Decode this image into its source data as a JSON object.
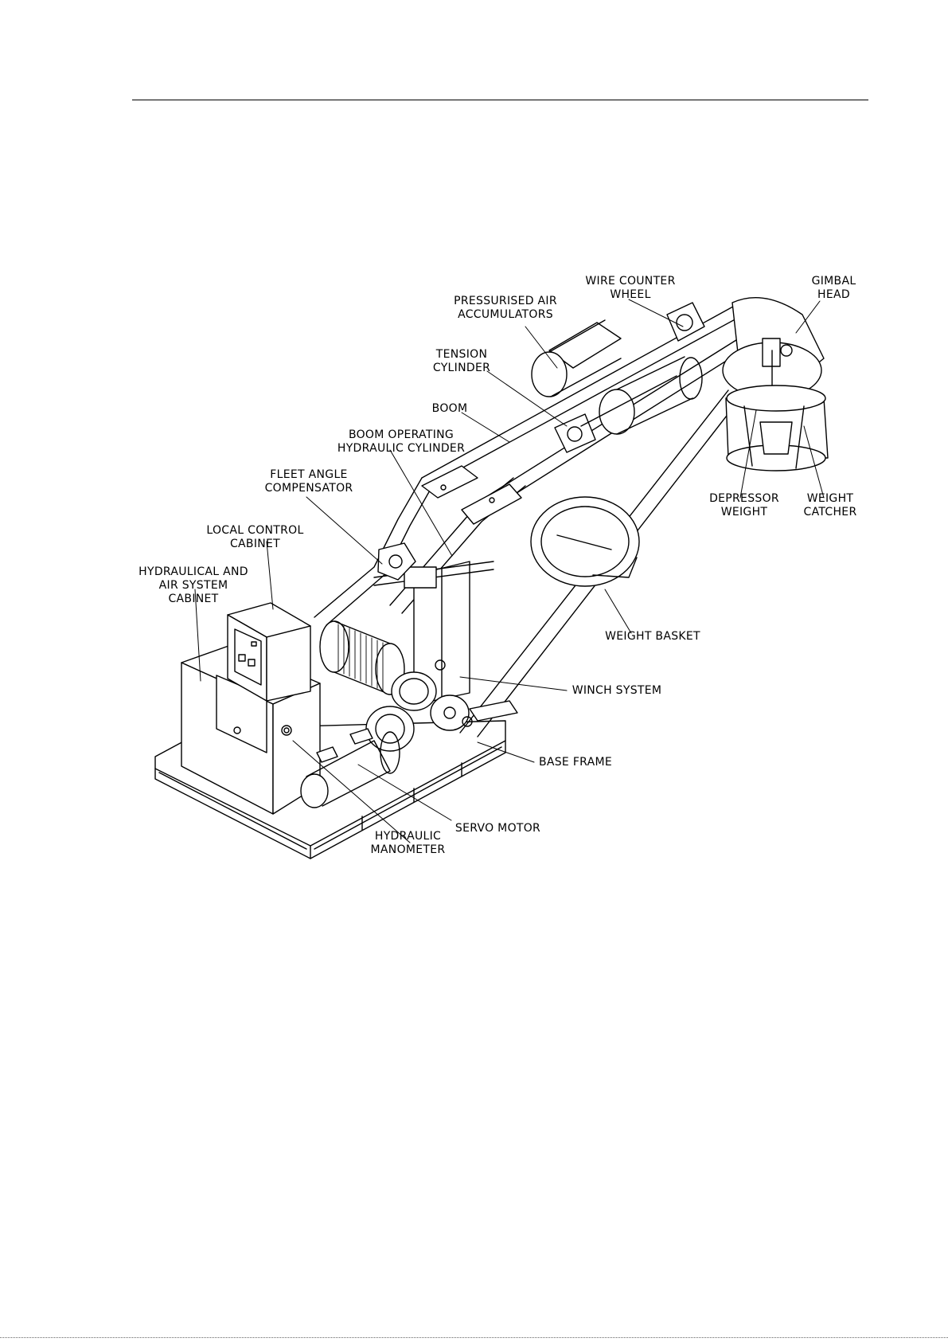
{
  "labels": {
    "wire_counter_wheel": "WIRE COUNTER\nWHEEL",
    "gimbal_head": "GIMBAL\nHEAD",
    "pressurised_air_accumulators": "PRESSURISED AIR\nACCUMULATORS",
    "tension_cylinder": "TENSION\nCYLINDER",
    "boom": "BOOM",
    "boom_operating_hydraulic_cylinder": "BOOM OPERATING\nHYDRAULIC CYLINDER",
    "fleet_angle_compensator": "FLEET ANGLE\nCOMPENSATOR",
    "local_control_cabinet": "LOCAL CONTROL\nCABINET",
    "hydraulical_and_air_system_cabinet": "HYDRAULICAL AND\nAIR SYSTEM\nCABINET",
    "depressor_weight": "DEPRESSOR\nWEIGHT",
    "weight_catcher": "WEIGHT\nCATCHER",
    "weight_basket": "WEIGHT BASKET",
    "winch_system": "WINCH SYSTEM",
    "base_frame": "BASE FRAME",
    "servo_motor": "SERVO MOTOR",
    "hydraulic_manometer": "HYDRAULIC\nMANOMETER"
  }
}
